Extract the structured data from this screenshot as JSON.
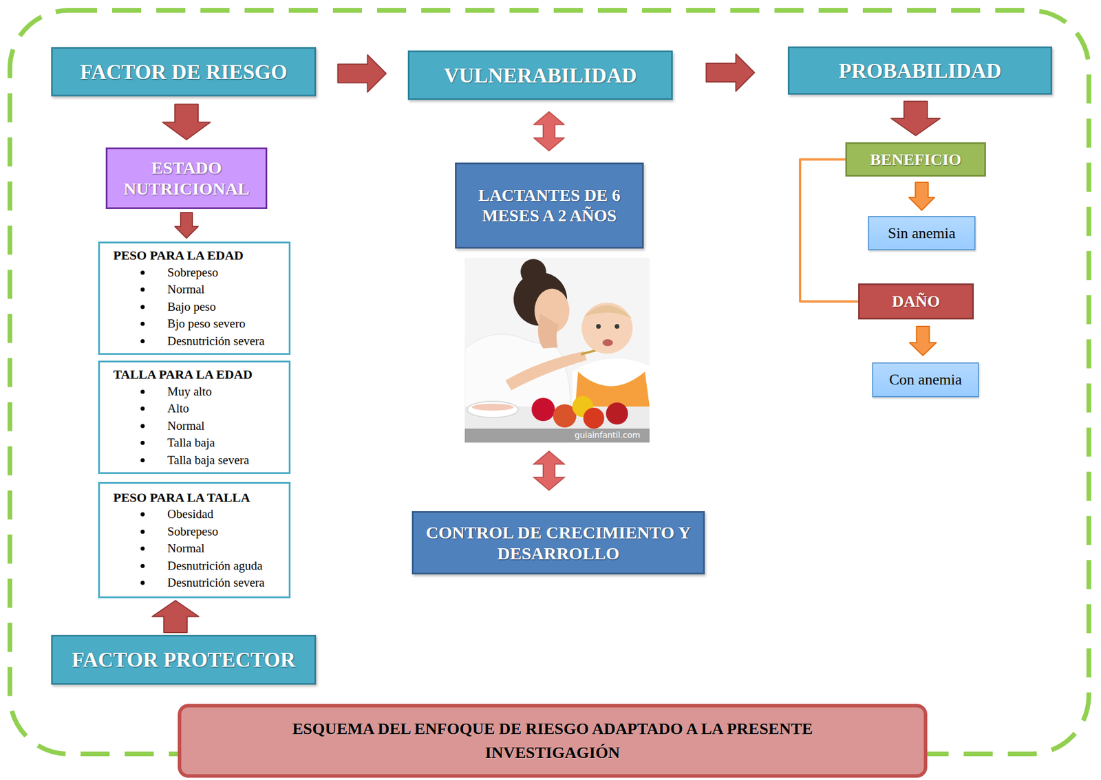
{
  "diagram": {
    "title": "ESQUEMA DEL ENFOQUE DE RIESGO ADAPTADO A LA PRESENTE INVESTIGAGIÓN",
    "nodes": [
      {
        "text": [
          "FACTOR DE RIESGO"
        ]
      },
      {
        "text": [
          "VULNERABILIDAD"
        ]
      },
      {
        "text": [
          "PROBABILIDAD"
        ]
      },
      {
        "text": [
          "ESTADO NUTRICIONAL"
        ]
      },
      {
        "text": [
          "LACTANTES DE 6 MESES A 2 AÑOS"
        ]
      },
      {
        "text": [
          "BENEFICIO"
        ]
      },
      {
        "text": [
          "PESO PARA LA EDAD",
          "Sobrepeso",
          "Normal",
          "Bajo peso",
          "Bjo peso severo",
          "Desnutrición severa"
        ]
      },
      {
        "text": [
          "Sin anemia"
        ]
      },
      {
        "text": [
          "DAÑO"
        ]
      },
      {
        "text": [
          "TALLA PARA LA EDAD",
          "Muy alto",
          "Alto",
          "Normal",
          "Talla baja",
          "Talla baja severa"
        ]
      },
      {
        "text": [
          "Con anemia"
        ]
      },
      {
        "text": [
          "PESO PARA LA TALLA",
          "Obesidad",
          "Sobrepeso",
          "Normal",
          "Desnutrición aguda",
          "Desnutrición severa"
        ]
      },
      {
        "text": [
          "CONTROL DE CRECIMIENTO Y DESARROLLO"
        ]
      },
      {
        "text": [
          "FACTOR PROTECTOR"
        ]
      }
    ],
    "edges": [
      {
        "from": 0,
        "to": 1,
        "arrow": "to"
      },
      {
        "from": 1,
        "to": 2,
        "arrow": "to"
      },
      {
        "from": 0,
        "to": 3,
        "arrow": "to"
      },
      {
        "from": 3,
        "to": 6,
        "arrow": "to"
      },
      {
        "from": 13,
        "to": 11,
        "arrow": "to"
      },
      {
        "from": 1,
        "to": 4,
        "arrow": "both"
      },
      {
        "from": 2,
        "to": 5,
        "arrow": "to"
      },
      {
        "from": 5,
        "to": 7,
        "arrow": "to"
      },
      {
        "from": 8,
        "to": 10,
        "arrow": "to"
      },
      {
        "from": 5,
        "to": 8,
        "arrow": "none"
      }
    ],
    "labels": [
      "guiainfantil.com"
    ]
  }
}
